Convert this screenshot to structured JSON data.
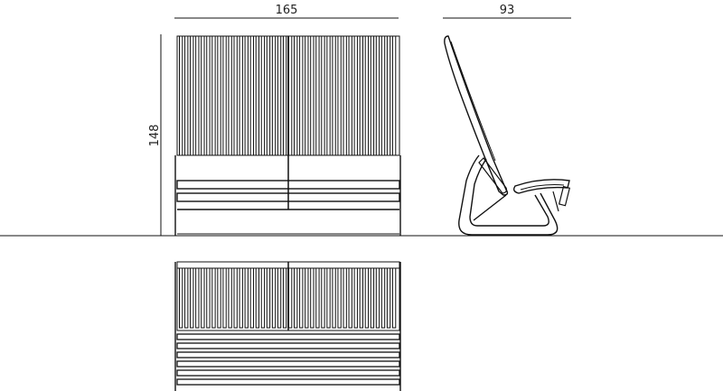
{
  "dimensions": {
    "width": "165",
    "depth": "93",
    "height": "148"
  },
  "views": {
    "front_slat_count": 40,
    "seat_bar_count": 2,
    "top_slat_count": 40,
    "top_seat_bar_count": 6
  },
  "colors": {
    "line": "#111111",
    "background": "#ffffff"
  }
}
